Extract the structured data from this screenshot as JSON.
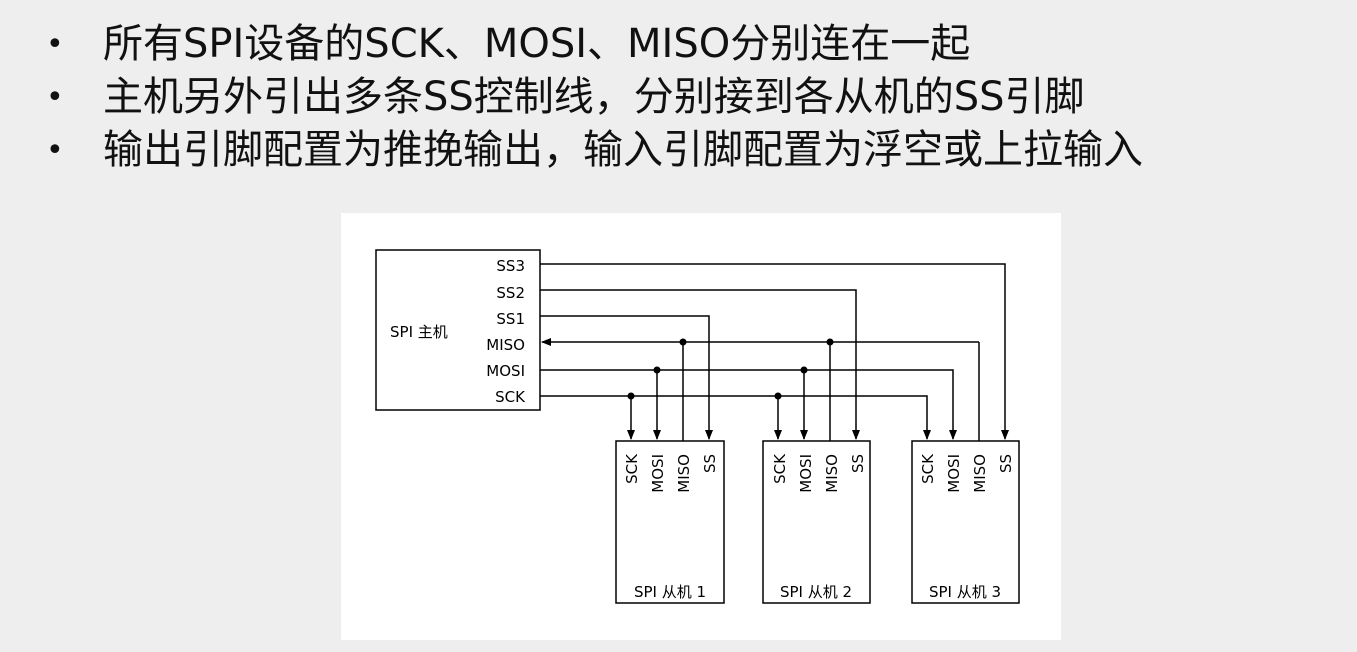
{
  "bullets": [
    "所有SPI设备的SCK、MOSI、MISO分别连在一起",
    "主机另外引出多条SS控制线，分别接到各从机的SS引脚",
    "输出引脚配置为推挽输出，输入引脚配置为浮空或上拉输入"
  ],
  "bullet_symbol": "•",
  "diagram": {
    "master": {
      "label": "SPI 主机",
      "pins": [
        "SS3",
        "SS2",
        "SS1",
        "MISO",
        "MOSI",
        "SCK"
      ]
    },
    "slaves": [
      {
        "label": "SPI 从机 1",
        "pins": [
          "SCK",
          "MOSI",
          "MISO",
          "SS"
        ]
      },
      {
        "label": "SPI 从机 2",
        "pins": [
          "SCK",
          "MOSI",
          "MISO",
          "SS"
        ]
      },
      {
        "label": "SPI 从机 3",
        "pins": [
          "SCK",
          "MOSI",
          "MISO",
          "SS"
        ]
      }
    ],
    "line_color": "#000000",
    "background": "#ffffff"
  }
}
